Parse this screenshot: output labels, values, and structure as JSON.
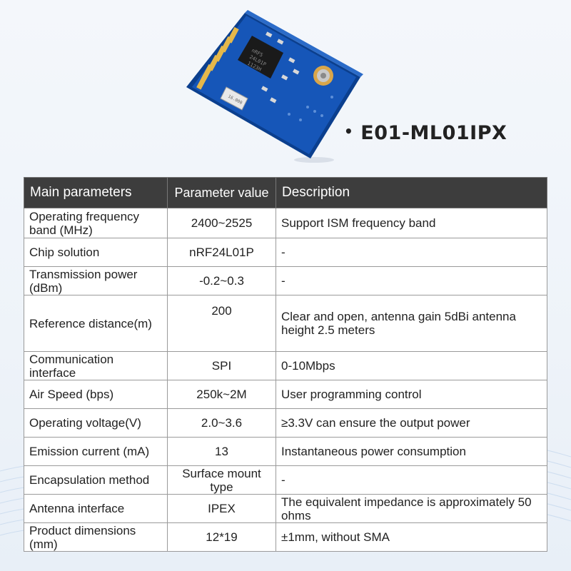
{
  "product": {
    "bullet": "•",
    "name": "E01-ML01IPX"
  },
  "chip_marking": {
    "line1": "nRF5",
    "line2": "24L01P",
    "line3": "1123H"
  },
  "crystal_marking": "16.000",
  "table": {
    "headers": [
      "Main parameters",
      "Parameter value",
      "Description"
    ],
    "rows": [
      [
        "Operating frequency band (MHz)",
        "2400~2525",
        "Support ISM frequency band"
      ],
      [
        "Chip solution",
        "nRF24L01P",
        "-"
      ],
      [
        "Transmission power (dBm)",
        "-0.2~0.3",
        "-"
      ],
      [
        "Reference distance(m)",
        "200",
        "Clear and open, antenna gain 5dBi antenna height 2.5 meters"
      ],
      [
        "Communication interface",
        "SPI",
        "0-10Mbps"
      ],
      [
        "Air Speed (bps)",
        "250k~2M",
        "User programming control"
      ],
      [
        "Operating voltage(V)",
        "2.0~3.6",
        "≥3.3V can ensure the output power"
      ],
      [
        "Emission current (mA)",
        "13",
        "Instantaneous power consumption"
      ],
      [
        "Encapsulation method",
        "Surface mount type",
        "-"
      ],
      [
        "Antenna interface",
        "IPEX",
        "The equivalent impedance is approximately 50 ohms"
      ],
      [
        "Product dimensions (mm)",
        "12*19",
        "±1mm, without SMA"
      ]
    ]
  }
}
